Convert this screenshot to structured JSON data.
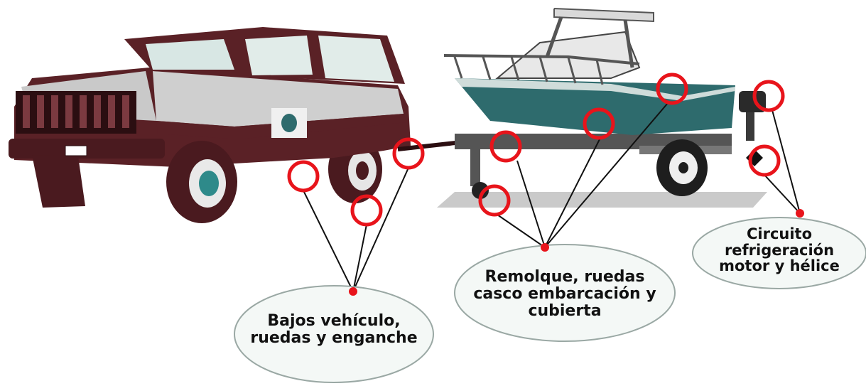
{
  "labels": {
    "vehicle": "Bajos vehículo,\nruedas y enganche",
    "trailer": "Remolque, ruedas\ncasco embarcación y\ncubierta",
    "engine": "Circuito\nrefrigeración\nmotor y hélice"
  },
  "colors": {
    "inspection_circle": "#e8141b",
    "connector_line": "#111111",
    "hull": "#2e6b6d",
    "truck_body": "#5a2126",
    "truck_panel": "#c9c9c9",
    "callout_fill": "#f4f8f6",
    "callout_stroke": "#9aa8a4"
  }
}
